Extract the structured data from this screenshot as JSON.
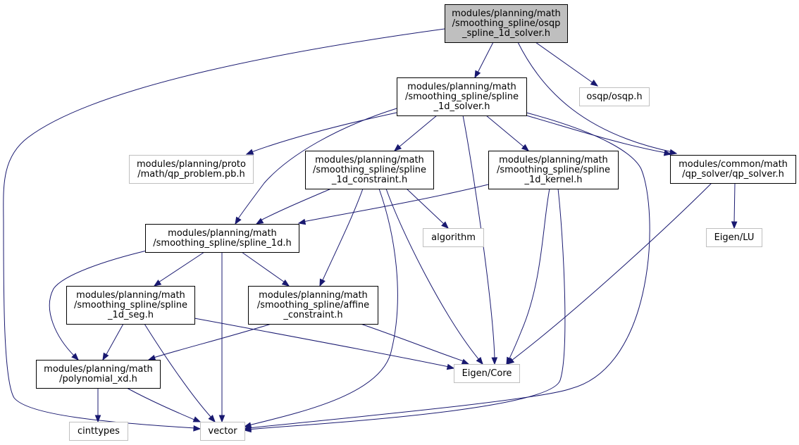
{
  "diagram": {
    "colors": {
      "edge": "#191970",
      "root_fill": "#bfbfbf",
      "node_border": "#000000",
      "external_border": "#bfbfbf",
      "text": "#000000"
    },
    "nodes": [
      {
        "id": "osqp_spline_1d_solver",
        "kind": "root",
        "lines": [
          "modules/planning/math",
          "/smoothing_spline/osqp",
          "_spline_1d_solver.h"
        ]
      },
      {
        "id": "spline_1d_solver",
        "kind": "internal",
        "lines": [
          "modules/planning/math",
          "/smoothing_spline/spline",
          "_1d_solver.h"
        ]
      },
      {
        "id": "osqp_h",
        "kind": "external",
        "lines": [
          "osqp/osqp.h"
        ]
      },
      {
        "id": "qp_problem_pb",
        "kind": "external",
        "lines": [
          "modules/planning/proto",
          "/math/qp_problem.pb.h"
        ]
      },
      {
        "id": "spline_1d_constraint",
        "kind": "internal",
        "lines": [
          "modules/planning/math",
          "/smoothing_spline/spline",
          "_1d_constraint.h"
        ]
      },
      {
        "id": "spline_1d_kernel",
        "kind": "internal",
        "lines": [
          "modules/planning/math",
          "/smoothing_spline/spline",
          "_1d_kernel.h"
        ]
      },
      {
        "id": "qp_solver",
        "kind": "internal",
        "lines": [
          "modules/common/math",
          "/qp_solver/qp_solver.h"
        ]
      },
      {
        "id": "spline_1d",
        "kind": "internal",
        "lines": [
          "modules/planning/math",
          "/smoothing_spline/spline_1d.h"
        ]
      },
      {
        "id": "algorithm",
        "kind": "external",
        "lines": [
          "algorithm"
        ]
      },
      {
        "id": "eigen_lu",
        "kind": "external",
        "lines": [
          "Eigen/LU"
        ]
      },
      {
        "id": "spline_1d_seg",
        "kind": "internal",
        "lines": [
          "modules/planning/math",
          "/smoothing_spline/spline",
          "_1d_seg.h"
        ]
      },
      {
        "id": "affine_constraint",
        "kind": "internal",
        "lines": [
          "modules/planning/math",
          "/smoothing_spline/affine",
          "_constraint.h"
        ]
      },
      {
        "id": "polynomial_xd",
        "kind": "internal",
        "lines": [
          "modules/planning/math",
          "/polynomial_xd.h"
        ]
      },
      {
        "id": "eigen_core",
        "kind": "external",
        "lines": [
          "Eigen/Core"
        ]
      },
      {
        "id": "cinttypes",
        "kind": "external",
        "lines": [
          "cinttypes"
        ]
      },
      {
        "id": "vector",
        "kind": "external",
        "lines": [
          "vector"
        ]
      }
    ],
    "edges": [
      {
        "from": "osqp_spline_1d_solver",
        "to": "spline_1d_solver"
      },
      {
        "from": "osqp_spline_1d_solver",
        "to": "osqp_h"
      },
      {
        "from": "osqp_spline_1d_solver",
        "to": "qp_solver"
      },
      {
        "from": "osqp_spline_1d_solver",
        "to": "vector"
      },
      {
        "from": "spline_1d_solver",
        "to": "qp_problem_pb"
      },
      {
        "from": "spline_1d_solver",
        "to": "spline_1d_constraint"
      },
      {
        "from": "spline_1d_solver",
        "to": "spline_1d_kernel"
      },
      {
        "from": "spline_1d_solver",
        "to": "qp_solver"
      },
      {
        "from": "spline_1d_solver",
        "to": "spline_1d"
      },
      {
        "from": "spline_1d_solver",
        "to": "eigen_core"
      },
      {
        "from": "spline_1d_solver",
        "to": "vector"
      },
      {
        "from": "spline_1d_constraint",
        "to": "spline_1d"
      },
      {
        "from": "spline_1d_constraint",
        "to": "algorithm"
      },
      {
        "from": "spline_1d_constraint",
        "to": "affine_constraint"
      },
      {
        "from": "spline_1d_constraint",
        "to": "eigen_core"
      },
      {
        "from": "spline_1d_constraint",
        "to": "vector"
      },
      {
        "from": "spline_1d_kernel",
        "to": "spline_1d"
      },
      {
        "from": "spline_1d_kernel",
        "to": "eigen_core"
      },
      {
        "from": "spline_1d_kernel",
        "to": "vector"
      },
      {
        "from": "qp_solver",
        "to": "eigen_lu"
      },
      {
        "from": "qp_solver",
        "to": "eigen_core"
      },
      {
        "from": "spline_1d",
        "to": "spline_1d_seg"
      },
      {
        "from": "spline_1d",
        "to": "affine_constraint"
      },
      {
        "from": "spline_1d",
        "to": "polynomial_xd"
      },
      {
        "from": "spline_1d",
        "to": "vector"
      },
      {
        "from": "spline_1d_seg",
        "to": "polynomial_xd"
      },
      {
        "from": "spline_1d_seg",
        "to": "eigen_core"
      },
      {
        "from": "spline_1d_seg",
        "to": "vector"
      },
      {
        "from": "affine_constraint",
        "to": "polynomial_xd"
      },
      {
        "from": "affine_constraint",
        "to": "eigen_core"
      },
      {
        "from": "polynomial_xd",
        "to": "cinttypes"
      },
      {
        "from": "polynomial_xd",
        "to": "vector"
      }
    ]
  }
}
